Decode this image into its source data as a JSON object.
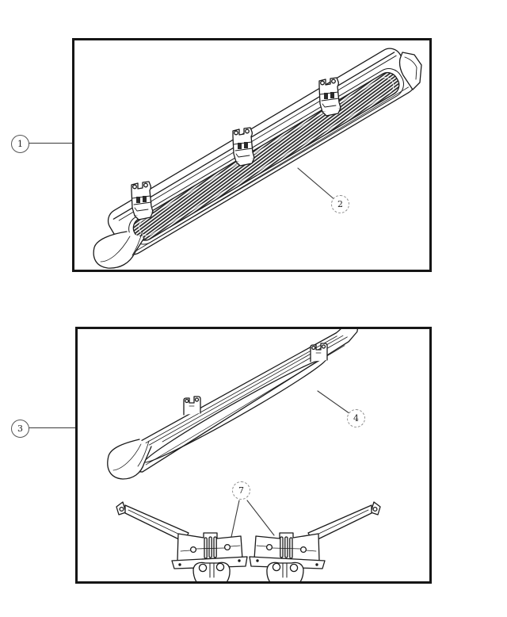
{
  "diagram": {
    "background_color": "#ffffff",
    "line_color": "#1b1b1b",
    "panel_border_color": "#161616",
    "panels": [
      {
        "id": "panel-1",
        "content": "running-board-assembly-with-brackets",
        "callouts": [
          "1",
          "2"
        ]
      },
      {
        "id": "panel-2",
        "content": "running-board-and-mounting-brackets",
        "callouts": [
          "3",
          "4",
          "7"
        ]
      }
    ],
    "callouts": [
      {
        "label": "1",
        "style": "solid"
      },
      {
        "label": "2",
        "style": "dashed"
      },
      {
        "label": "3",
        "style": "solid"
      },
      {
        "label": "4",
        "style": "dashed"
      },
      {
        "label": "7",
        "style": "dashed"
      }
    ]
  }
}
